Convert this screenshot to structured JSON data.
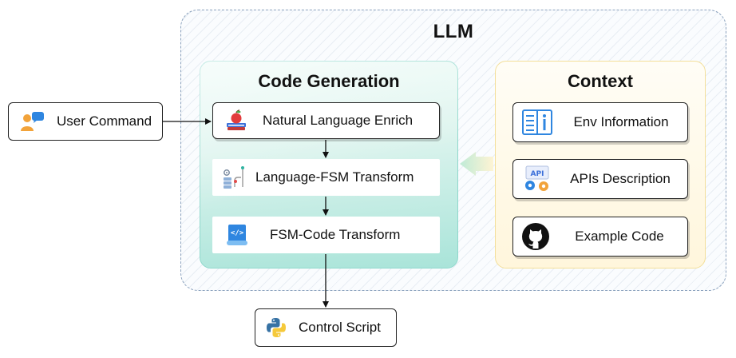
{
  "llm": {
    "title": "LLM"
  },
  "code_generation": {
    "title": "Code Generation",
    "steps": [
      {
        "label": "Natural Language Enrich",
        "icon": "book-apple-icon"
      },
      {
        "label": "Language-FSM Transform",
        "icon": "fsm-flow-icon"
      },
      {
        "label": "FSM-Code Transform",
        "icon": "code-scroll-icon"
      }
    ]
  },
  "context": {
    "title": "Context",
    "items": [
      {
        "label": "Env Information",
        "icon": "info-document-icon"
      },
      {
        "label": "APIs Description",
        "icon": "api-gears-icon"
      },
      {
        "label": "Example Code",
        "icon": "github-icon"
      }
    ]
  },
  "input": {
    "label": "User Command",
    "icon": "user-chat-icon"
  },
  "output": {
    "label": "Control Script",
    "icon": "python-icon"
  },
  "colors": {
    "code_generation_fill": "#c9efe7",
    "context_fill": "#fff6dc",
    "llm_border": "#8aa1bd",
    "context_arrow": "#bfe8cf"
  }
}
